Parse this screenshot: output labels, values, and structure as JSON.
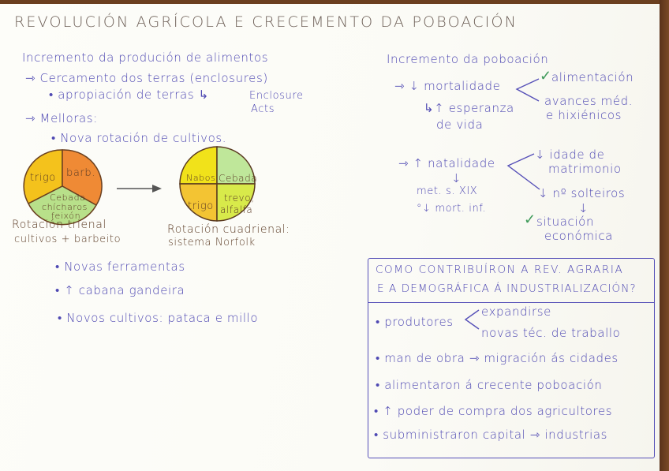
{
  "title": "Revolución agrícola e crecemento da poboación",
  "left": {
    "heading": "Incremento da produción de alimentos",
    "enclosures": "⇾ Cercamento dos terras (enclosures)",
    "appropriation": "• apropiación de terras ↳",
    "enclosure_acts_1": "Enclosure",
    "enclosure_acts_2": "Acts",
    "improvements": "⇾ Melloras:",
    "rotation": "• Nova rotación de cultivos.",
    "pie1": {
      "labels": [
        "trigo",
        "barb.",
        "Cebada",
        "chícharos",
        "feixón"
      ],
      "caption_1": "Rotación trienal",
      "caption_2": "cultivos + barbeito",
      "colors": [
        "#f4c21c",
        "#ef8a35",
        "#b8e08a"
      ]
    },
    "pie2": {
      "labels": [
        "Nabos",
        "Cebada",
        "trigo",
        "trevo,",
        "alfalfa"
      ],
      "caption_1": "Rotación cuadrienal:",
      "caption_2": "sistema Norfolk",
      "colors": [
        "#f1e21a",
        "#bfe79a",
        "#f3c433",
        "#d8ea4a"
      ]
    },
    "tools": "• Novas ferramentas",
    "livestock": "• ↑ cabana gandeira",
    "new_crops": "• Novos cultivos: pataca e millo"
  },
  "right": {
    "heading": "Incremento da poboación",
    "mortality": "⇾ ↓ mortalidade",
    "life_exp_1": "↳↑ esperanza",
    "life_exp_2": "de vida",
    "food_check": "✓",
    "food": "alimentación",
    "medical_1": "avances méd.",
    "medical_2": "e hixiénicos",
    "natality": "⇾ ↑ natalidade",
    "nat_arrow": "↓",
    "nat_1": "met. s. XIX",
    "nat_2": "°↓ mort. inf.",
    "marriage_1": "↓ idade de",
    "marriage_2": "matrimonio",
    "singles": "↓ nº solteiros",
    "singles_arrow": "↓",
    "econ_check": "✓",
    "econ_1": "situación",
    "econ_2": "económica"
  },
  "box": {
    "question_1": "Como contribuíron a rev. agraria",
    "question_2": "e a demográfica á industrialización?",
    "producers": "• produtores",
    "prod_1": "expandirse",
    "prod_2": "novas téc. de traballo",
    "labour": "• man de obra ⇾ migración ás cidades",
    "fed": "• alimentaron á crecente poboación",
    "purchasing": "• ↑ poder de compra dos agricultores",
    "capital": "• subministraron capital ⇾ industrias"
  }
}
